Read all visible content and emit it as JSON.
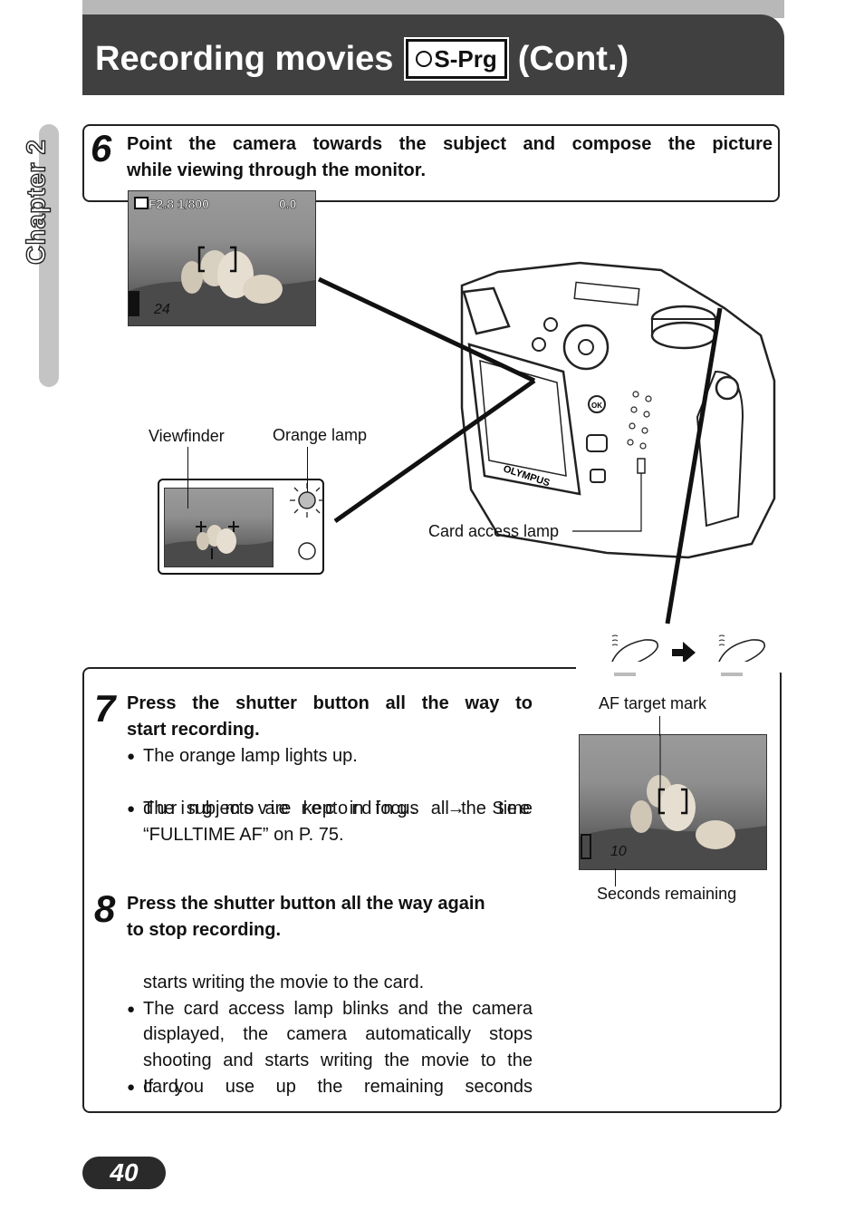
{
  "header": {
    "title": "Recording movies",
    "mode": "S-Prg",
    "title_suffix": "(Cont.)"
  },
  "chapter": {
    "label": "Chapter 2"
  },
  "step6": {
    "number": "6",
    "line1": "Point the camera towards the subject and compose the picture",
    "line2": "while viewing through the monitor."
  },
  "monitor": {
    "readout": "F2.8 1/800",
    "exposure": "0.0",
    "remaining": "24"
  },
  "labels": {
    "viewfinder": "Viewfinder",
    "orange_lamp": "Orange lamp",
    "card_access_lamp": "Card access lamp",
    "af_target_mark": "AF target mark",
    "seconds_remaining": "Seconds remaining"
  },
  "camera": {
    "brand": "OLYMPUS",
    "ok": "OK"
  },
  "af_image": {
    "remaining": "10"
  },
  "step7": {
    "number": "7",
    "head_line1": "Press the shutter button all the way to",
    "head_line2": "start recording.",
    "b1": "The orange lamp lights up.",
    "b2_line1": "The subjects are kept in focus all the time",
    "b2_line2a": "during movie recording.",
    "b2_arrow": "→",
    "b2_line2b": "See",
    "b2_line3": "“FULLTIME AF” on P. 75."
  },
  "step8": {
    "number": "8",
    "head_line1": "Press the shutter button all the way again",
    "head_line2": "to stop recording.",
    "b1_line1": "The card access lamp blinks and the camera",
    "b1_line2": "starts writing the movie to the card.",
    "b2_line1": "If you use up the remaining seconds",
    "b2_line2": "displayed, the camera automatically stops",
    "b2_line3": "shooting and starts writing the movie to the",
    "b2_line4": "card."
  },
  "page": {
    "number": "40"
  }
}
